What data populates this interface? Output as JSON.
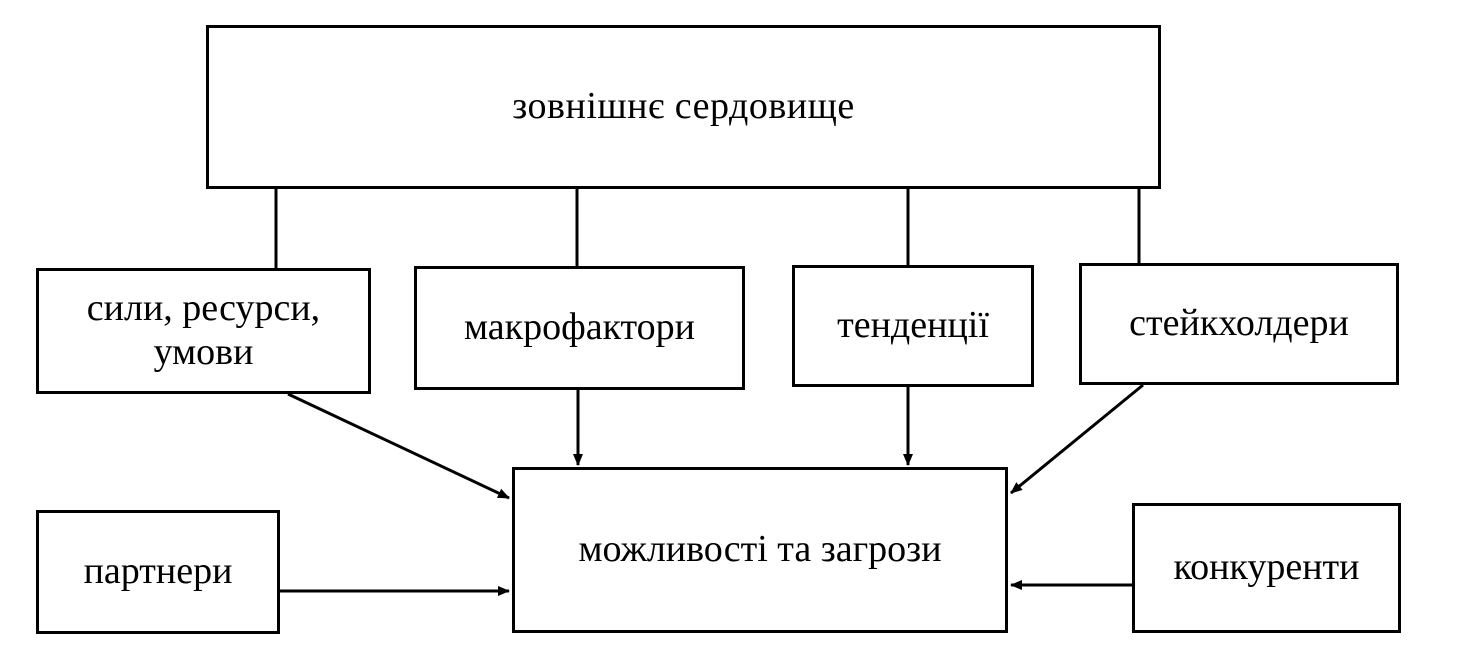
{
  "diagram": {
    "nodes": {
      "external_environment": "зовнішнє сердовище",
      "forces_resources_conditions": "сили, ресурси,\nумови",
      "macrofactors": "макрофактори",
      "trends": "тенденції",
      "stakeholders": "стейкхолдери",
      "opportunities_threats": "можливості та загрози",
      "partners": "партнери",
      "competitors": "конкуренти"
    },
    "edges": [
      {
        "from": "external_environment",
        "to": "forces_resources_conditions",
        "type": "line"
      },
      {
        "from": "external_environment",
        "to": "macrofactors",
        "type": "line"
      },
      {
        "from": "external_environment",
        "to": "trends",
        "type": "line"
      },
      {
        "from": "external_environment",
        "to": "stakeholders",
        "type": "line"
      },
      {
        "from": "forces_resources_conditions",
        "to": "opportunities_threats",
        "type": "arrow"
      },
      {
        "from": "macrofactors",
        "to": "opportunities_threats",
        "type": "arrow"
      },
      {
        "from": "trends",
        "to": "opportunities_threats",
        "type": "arrow"
      },
      {
        "from": "stakeholders",
        "to": "opportunities_threats",
        "type": "arrow"
      },
      {
        "from": "partners",
        "to": "opportunities_threats",
        "type": "arrow"
      },
      {
        "from": "competitors",
        "to": "opportunities_threats",
        "type": "arrow"
      }
    ]
  }
}
